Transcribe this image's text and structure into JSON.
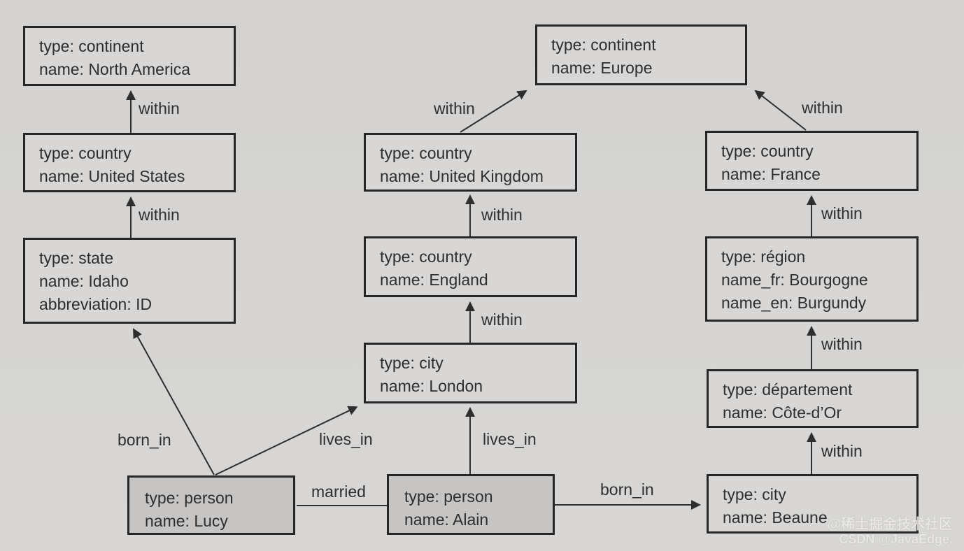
{
  "colors": {
    "background": "#d5d4d2",
    "node_fill": "#d8d7d5",
    "person_fill": "#c6c5c3",
    "border": "#262626",
    "text": "#2e2e2e",
    "arrow": "#2e2e2e"
  },
  "nodes": {
    "north_america": {
      "l1": "type: continent",
      "l2": "name: North America"
    },
    "united_states": {
      "l1": "type: country",
      "l2": "name: United States"
    },
    "idaho": {
      "l1": "type: state",
      "l2": "name: Idaho",
      "l3": "abbreviation: ID"
    },
    "europe": {
      "l1": "type: continent",
      "l2": "name: Europe"
    },
    "united_kingdom": {
      "l1": "type: country",
      "l2": "name: United Kingdom"
    },
    "england": {
      "l1": "type: country",
      "l2": "name: England"
    },
    "london": {
      "l1": "type: city",
      "l2": "name: London"
    },
    "france": {
      "l1": "type: country",
      "l2": "name: France"
    },
    "bourgogne": {
      "l1": "type: région",
      "l2": "name_fr: Bourgogne",
      "l3": "name_en: Burgundy"
    },
    "cote_dor": {
      "l1": "type: département",
      "l2": "name: Côte-d’Or"
    },
    "beaune": {
      "l1": "type: city",
      "l2": "name: Beaune"
    },
    "lucy": {
      "l1": "type: person",
      "l2": "name: Lucy"
    },
    "alain": {
      "l1": "type: person",
      "l2": "name: Alain"
    }
  },
  "edge_labels": {
    "us_to_north_america": "within",
    "idaho_to_us": "within",
    "uk_to_europe": "within",
    "england_to_uk": "within",
    "london_to_england": "within",
    "france_to_europe": "within",
    "bourgogne_to_france": "within",
    "cote_dor_to_bourgogne": "within",
    "beaune_to_cote_dor": "within",
    "lucy_born_in": "born_in",
    "lucy_lives_in": "lives_in",
    "alain_lives_in": "lives_in",
    "alain_born_in": "born_in",
    "married": "married"
  },
  "watermark": {
    "line1": "@稀土掘金技术社区",
    "line2": "CSDN @JavaEdge."
  }
}
